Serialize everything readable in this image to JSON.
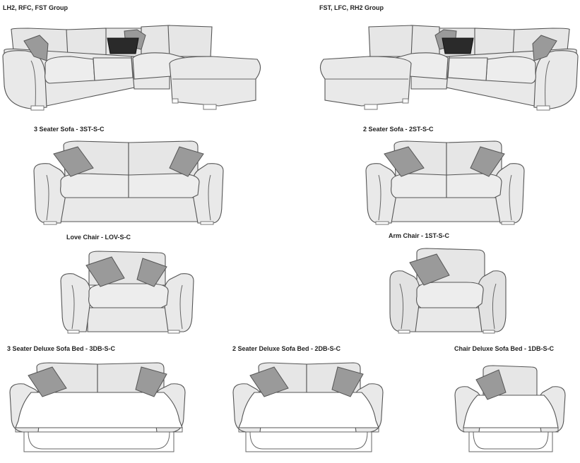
{
  "labels": {
    "lh2_group": "LH2, RFC, FST  Group",
    "fst_group": "FST, LFC, RH2 Group",
    "three_seater": "3 Seater Sofa - 3ST-S-C",
    "two_seater": "2 Seater Sofa - 2ST-S-C",
    "love_chair": "Love Chair - LOV-S-C",
    "arm_chair": "Arm Chair - 1ST-S-C",
    "three_sofabed": "3 Seater Deluxe Sofa Bed - 3DB-S-C",
    "two_sofabed": "2 Seater Deluxe Sofa Bed - 2DB-S-C",
    "chair_sofabed": "Chair Deluxe Sofa Bed - 1DB-S-C"
  },
  "colors": {
    "upholstery": "#e9e9e9",
    "outline": "#555555",
    "scatter_cushion_grey": "#9a9a9a",
    "scatter_cushion_black": "#2a2a2a"
  }
}
